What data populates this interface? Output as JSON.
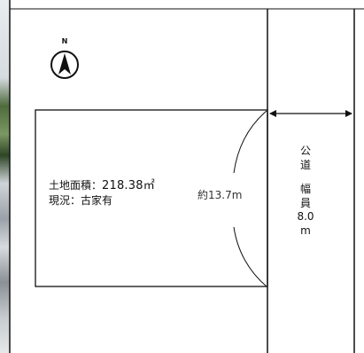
{
  "compass": {
    "label": "N",
    "icon": "north-arrow-icon"
  },
  "lot": {
    "area_label": "土地面積：",
    "area_value": "218.38㎡",
    "status_label": "現況：",
    "status_value": "古家有",
    "frontage": "約13.7m"
  },
  "road": {
    "chars_top": [
      "公",
      "道"
    ],
    "chars_bottom": [
      "幅",
      "員"
    ],
    "width_value": "8.0",
    "width_unit": "m"
  },
  "colors": {
    "line": "#111111",
    "background": "#ffffff"
  }
}
